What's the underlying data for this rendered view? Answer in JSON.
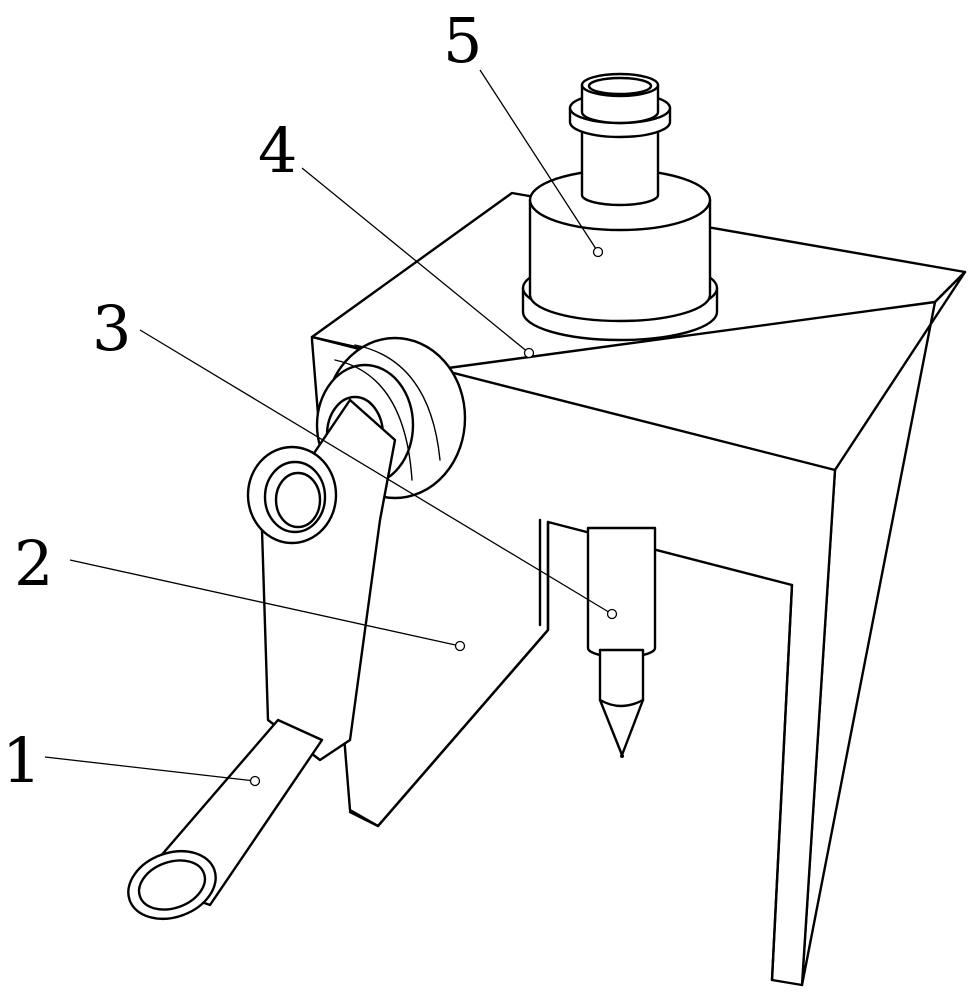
{
  "labels": [
    {
      "id": "1",
      "text": "1"
    },
    {
      "id": "2",
      "text": "2"
    },
    {
      "id": "3",
      "text": "3"
    },
    {
      "id": "4",
      "text": "4"
    },
    {
      "id": "5",
      "text": "5"
    }
  ],
  "colors": {
    "line": "#000000",
    "background": "#ffffff"
  }
}
